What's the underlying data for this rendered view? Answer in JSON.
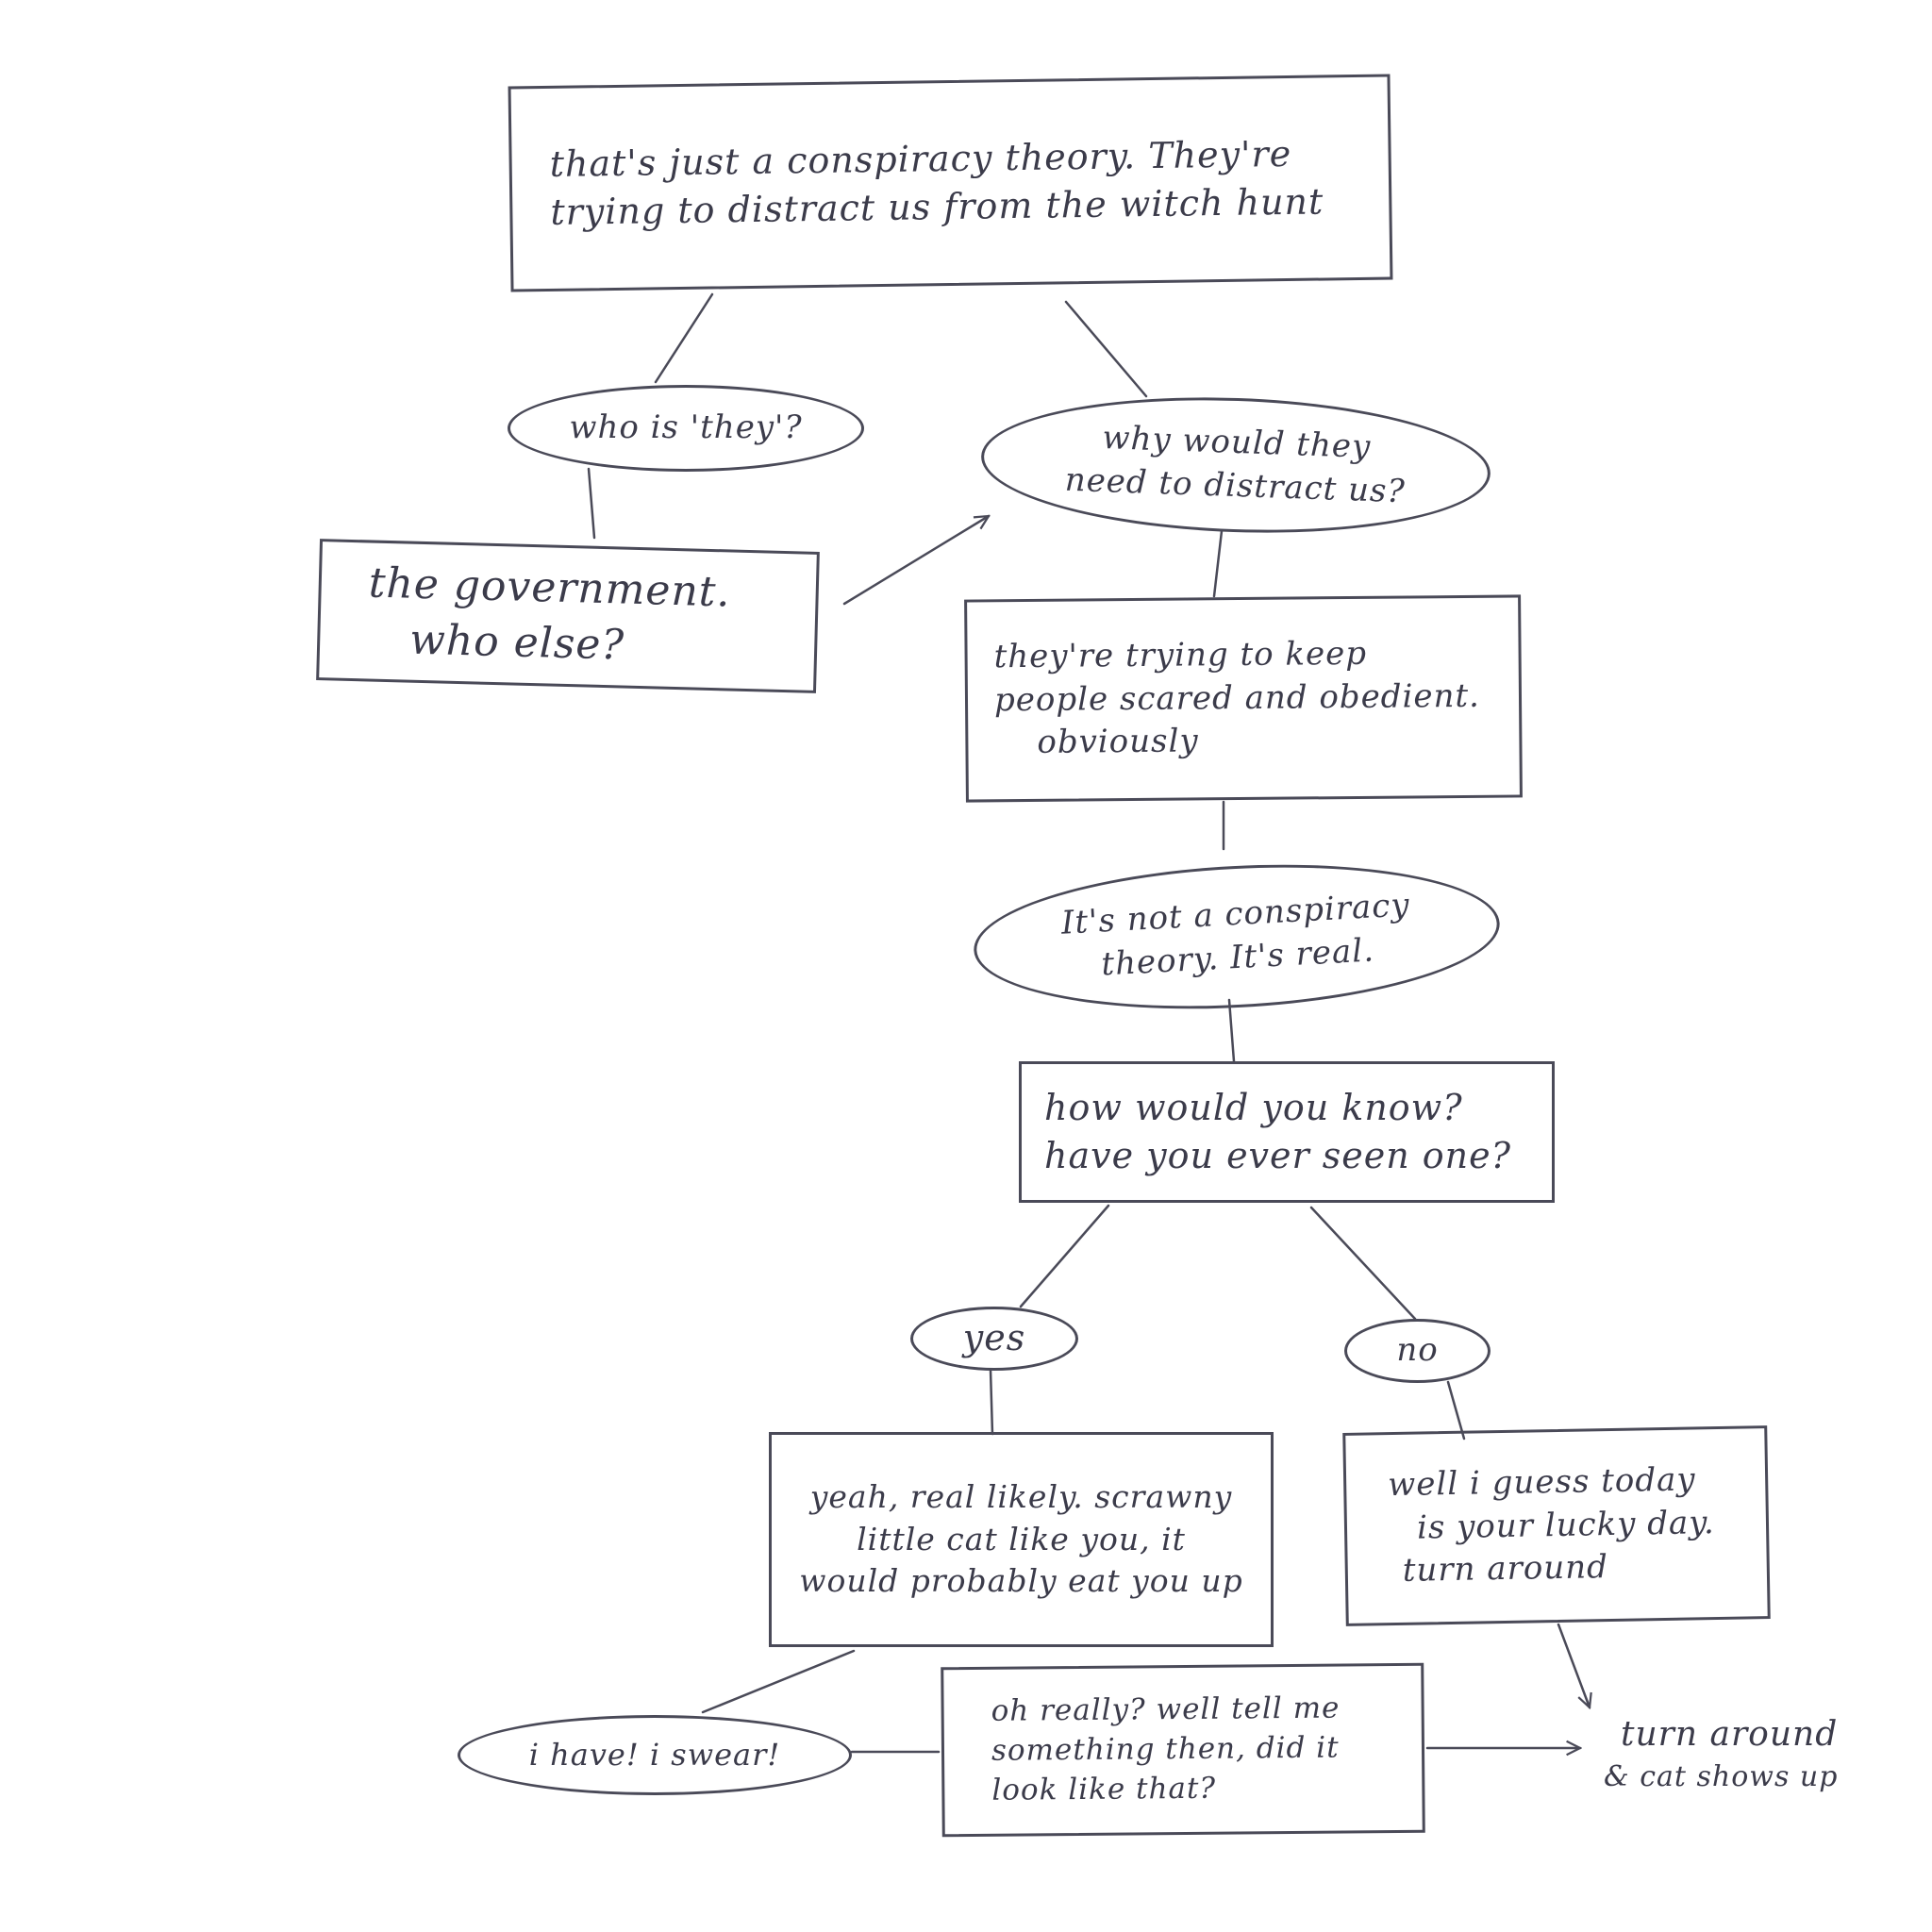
{
  "nodes": {
    "n1": [
      "that's just a conspiracy theory. They're",
      "trying to distract us from the witch hunt"
    ],
    "n2": [
      "who is 'they'?"
    ],
    "n3": [
      "why would they",
      "need to distract us?"
    ],
    "n4": [
      "the government.",
      "who else?"
    ],
    "n5": [
      "they're trying to keep",
      "people scared and obedient.",
      "obviously"
    ],
    "n6": [
      "It's not a conspiracy",
      "theory. It's real."
    ],
    "n7": [
      "how would you know?",
      "have you ever seen one?"
    ],
    "n8": [
      "yes"
    ],
    "n9": [
      "no"
    ],
    "n10": [
      "yeah, real likely. scrawny",
      "little cat like you, it",
      "would probably eat you up"
    ],
    "n11": [
      "well i guess today",
      "is your lucky day.",
      "turn around"
    ],
    "n12": [
      "i have! i swear!"
    ],
    "n13": [
      "oh really? well tell me",
      "something then, did it",
      "look like that?"
    ],
    "n14": [
      "turn around",
      "& cat shows up"
    ]
  },
  "colors": {
    "ink": "#3b3b4a",
    "stroke": "#4a4a58",
    "paper": "#ffffff"
  }
}
